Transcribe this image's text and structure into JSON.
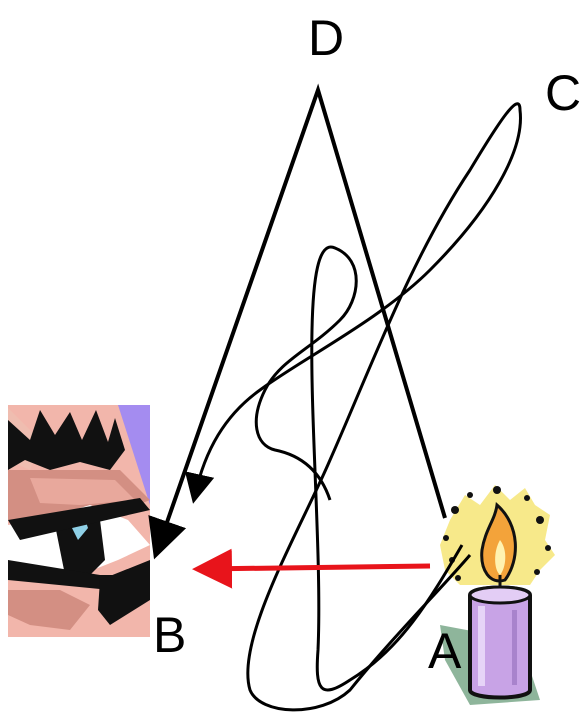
{
  "labels": {
    "a": "A",
    "b": "B",
    "c": "C",
    "d": "D"
  },
  "icons": {
    "observer": "eye-icon",
    "source": "candle-icon"
  },
  "colors": {
    "direct_path": "#e8141b",
    "indirect_paths": "#000000",
    "candle_body": "#c8a3e6",
    "flame": "#f3a33a",
    "glow": "#f7e98a",
    "skin": "#f2b6ab",
    "eye_bg_accent": "#a48cf0"
  }
}
